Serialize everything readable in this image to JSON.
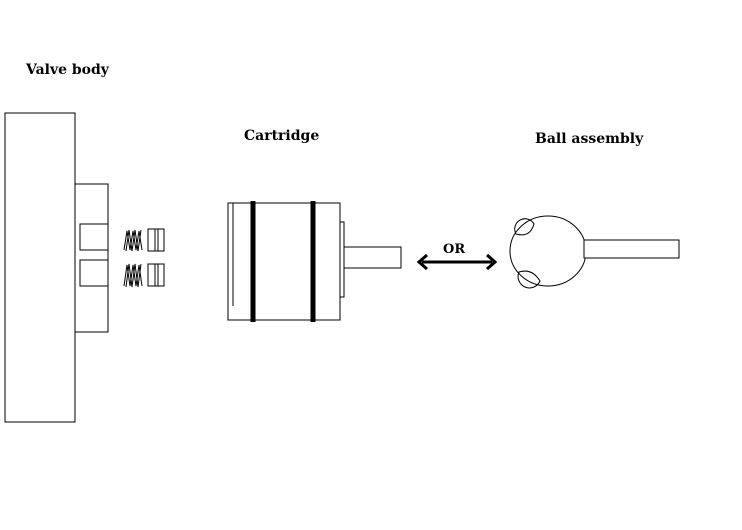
{
  "labels": {
    "valve_body": "Valve body",
    "cartridge": "Cartridge",
    "ball_assembly": "Ball assembly",
    "or": "OR"
  },
  "colors": {
    "line": "#000000",
    "background": "#ffffff"
  }
}
